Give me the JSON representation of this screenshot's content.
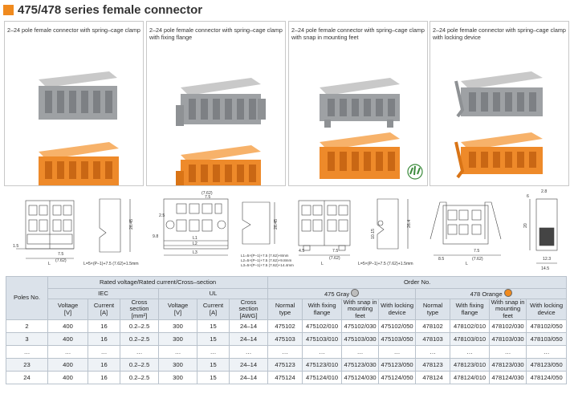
{
  "header": {
    "title": "475/478 series female connector",
    "accent": "#f08a1e"
  },
  "panels": [
    {
      "caption": "2–24 pole female connector with spring–cage clamp"
    },
    {
      "caption": "2–24 pole female connector with spring–cage clamp with fixing flange"
    },
    {
      "caption": "2–24 pole female connector with spring–cage clamp with snap in mounting feet"
    },
    {
      "caption": "2–24 pole female connector with spring–cage clamp with locking device"
    }
  ],
  "drawings": {
    "d1": {
      "h1": "26.45",
      "w1": "1.5",
      "w2": "7.5",
      "w3": "(7.62)",
      "l": "L",
      "formula": "L=5×(P–1)+7.5 (7.62)+1.5mm"
    },
    "d2": {
      "top": "(7.62)",
      "dim1": "7.5",
      "h1": "26.45",
      "h2": "2.5",
      "h3": "9.8",
      "l1": "L1",
      "l2": "L2",
      "l3": "L3",
      "f1": "L1=5×(P–1)+7.5 (7.62)+8mm",
      "f2": "L2=5×(P–1)+7.5 (7.62)+9.8mm",
      "f3": "L3=5×(P–1)+7.5 (7.62)+14.4mm"
    },
    "d3": {
      "h1": "26.4",
      "h2": "10.15",
      "w1": "4.5",
      "w2": "7.5",
      "w3": "(7.62)",
      "l": "L",
      "formula": "L=5×(P–1)+7.5 (7.62)+1.5mm"
    },
    "d4": {
      "t1": "2.8",
      "t2": "6",
      "h1": "20",
      "w1": "8.5",
      "w2": "7.5",
      "w3": "(7.62)",
      "w4": "12.3",
      "w5": "14.5",
      "l": "L"
    }
  },
  "table": {
    "poles_label": "Poles No.",
    "rated_label": "Rated voltage/Rated current/Cross–section",
    "order_label": "Order No.",
    "iec_label": "IEC",
    "ul_label": "UL",
    "gray_label": "475 Gray",
    "orange_label": "478 Orange",
    "gray_color": "#bdbdbd",
    "orange_color": "#f08a1e",
    "cols": {
      "voltage": "Voltage\n[V]",
      "current": "Current\n[A]",
      "cross_iec": "Cross section\n[mm²]",
      "cross_ul": "Cross section\n[AWG]",
      "normal": "Normal type",
      "flange": "With fixing\nflange",
      "snap": "With snap in\nmounting feet",
      "locking": "With locking\ndevice"
    },
    "rows": [
      [
        "2",
        "400",
        "16",
        "0.2–2.5",
        "300",
        "15",
        "24–14",
        "475102",
        "475102/010",
        "475102/030",
        "475102/050",
        "478102",
        "478102/010",
        "478102/030",
        "478102/050"
      ],
      [
        "3",
        "400",
        "16",
        "0.2–2.5",
        "300",
        "15",
        "24–14",
        "475103",
        "475103/010",
        "475103/030",
        "475103/050",
        "478103",
        "478103/010",
        "478103/030",
        "478103/050"
      ],
      [
        "…",
        "…",
        "…",
        "…",
        "…",
        "…",
        "…",
        "…",
        "…",
        "…",
        "…",
        "…",
        "…",
        "…",
        "…"
      ],
      [
        "23",
        "400",
        "16",
        "0.2–2.5",
        "300",
        "15",
        "24–14",
        "475123",
        "475123/010",
        "475123/030",
        "475123/050",
        "478123",
        "478123/010",
        "478123/030",
        "478123/050"
      ],
      [
        "24",
        "400",
        "16",
        "0.2–2.5",
        "300",
        "15",
        "24–14",
        "475124",
        "475124/010",
        "475124/030",
        "475124/050",
        "478124",
        "478124/010",
        "478124/030",
        "478124/050"
      ]
    ]
  }
}
